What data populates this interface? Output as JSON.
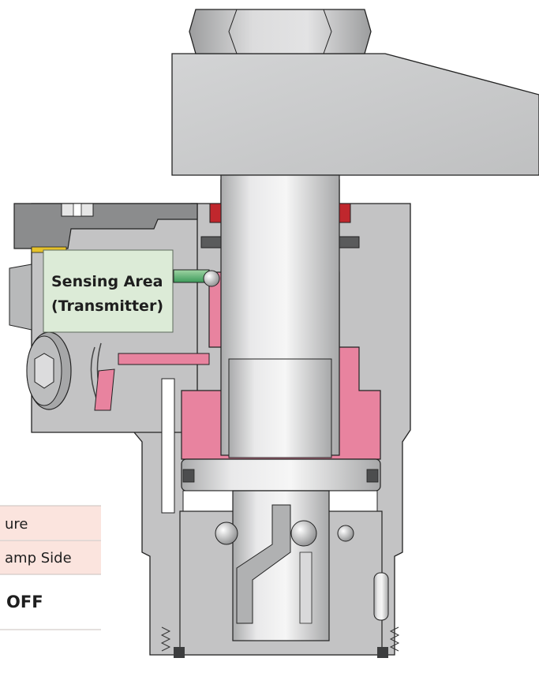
{
  "sensing_label": {
    "line1": "Sensing Area",
    "line2": "(Transmitter)"
  },
  "status_table": {
    "rows": [
      "ure",
      "amp Side"
    ],
    "value": "OFF"
  },
  "colors": {
    "metal": "#c8c9ca",
    "metal_light": "#e6e6e6",
    "body": "#c3c3c4",
    "pressure_pink": "#e8839f",
    "sensing_box": "#dcebd7",
    "seal_red": "#c0272d",
    "table_highlight": "#fbe4de"
  }
}
